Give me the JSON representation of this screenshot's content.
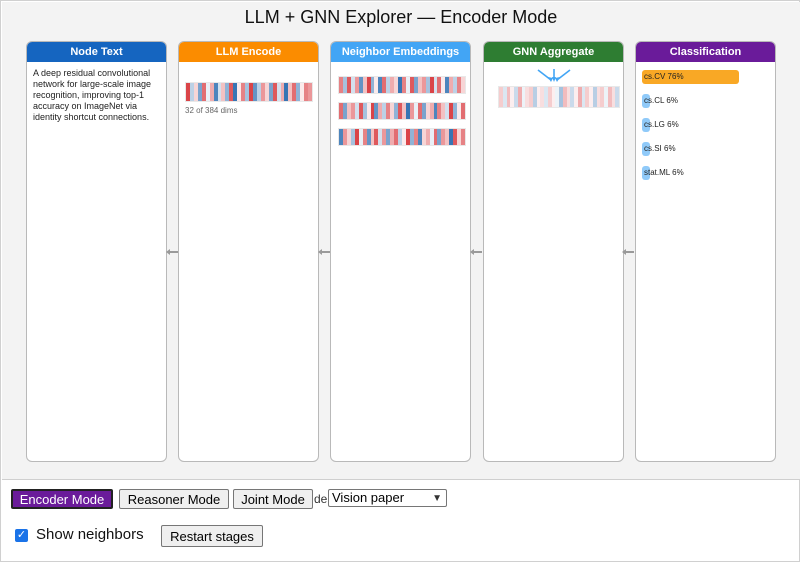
{
  "title": "LLM + GNN Explorer — Encoder Mode",
  "colors": {
    "node_text": "#1565c0",
    "llm_encode": "#fb8c00",
    "neighbor_embeddings": "#42a5f5",
    "gnn_aggregate": "#2e7d32",
    "classification": "#6a1b9a",
    "top_class_bar": "#f9a825",
    "other_class_bar": "#90caf9"
  },
  "panels": {
    "node_text": {
      "header": "Node Text",
      "body": "A deep residual convolutional network for large-scale image recognition, improving top-1 accuracy on ImageNet via identity shortcut connections."
    },
    "llm_encode": {
      "header": "LLM Encode",
      "dims_caption": "32 of 384 dims",
      "vector": [
        0.9,
        -0.3,
        0.2,
        -0.6,
        0.7,
        -0.1,
        0.4,
        -0.8,
        -0.2,
        0.3,
        -0.5,
        0.8,
        -0.9,
        0.1,
        0.6,
        -0.4,
        0.9,
        -0.7,
        -0.3,
        0.5,
        0.2,
        -0.6,
        0.8,
        -0.2,
        0.4,
        -0.9,
        0.3,
        0.7,
        -0.5,
        0.1,
        0.6,
        0.5
      ]
    },
    "neighbor_embeddings": {
      "header": "Neighbor Embeddings",
      "rows": [
        [
          0.6,
          -0.4,
          0.8,
          -0.2,
          0.5,
          -0.7,
          0.3,
          0.9,
          -0.5,
          0.1,
          -0.8,
          0.7,
          -0.3,
          0.4,
          0.2,
          -0.9,
          0.6,
          -0.1,
          0.8,
          -0.6,
          0.3,
          0.5,
          -0.4,
          0.9,
          -0.2,
          0.7,
          0.1,
          -0.8,
          0.4,
          -0.3,
          0.6,
          0.2
        ],
        [
          0.7,
          -0.6,
          0.3,
          0.5,
          -0.2,
          0.8,
          -0.4,
          0.1,
          0.9,
          -0.7,
          0.4,
          -0.3,
          0.6,
          0.2,
          -0.5,
          0.8,
          0.3,
          -0.9,
          0.5,
          -0.1,
          0.7,
          -0.6,
          0.2,
          0.4,
          -0.8,
          0.6,
          0.3,
          -0.2,
          0.9,
          -0.5,
          0.1,
          0.7
        ],
        [
          -0.8,
          0.5,
          0.2,
          -0.4,
          0.9,
          -0.1,
          0.6,
          -0.7,
          0.3,
          0.8,
          -0.2,
          0.5,
          -0.6,
          0.4,
          0.7,
          -0.3,
          0.1,
          0.9,
          -0.5,
          0.6,
          -0.8,
          0.2,
          0.4,
          -0.1,
          0.7,
          -0.6,
          0.5,
          0.3,
          -0.9,
          0.8,
          0.2,
          0.6
        ]
      ]
    },
    "gnn_aggregate": {
      "header": "GNN Aggregate",
      "vector": [
        0.3,
        -0.2,
        0.4,
        0.1,
        -0.3,
        0.5,
        -0.1,
        0.2,
        0.3,
        -0.4,
        0.1,
        0.2,
        -0.2,
        0.3,
        0.1,
        -0.1,
        -0.5,
        0.4,
        0.2,
        -0.3,
        0.1,
        0.5,
        -0.2,
        0.3,
        0.1,
        -0.4,
        0.2,
        0.3,
        -0.1,
        0.4,
        0.2,
        -0.3
      ]
    },
    "classification": {
      "header": "Classification",
      "classes": [
        {
          "label": "cs.CV 76%",
          "value": 0.76
        },
        {
          "label": "cs.CL 6%",
          "value": 0.06
        },
        {
          "label": "cs.LG 6%",
          "value": 0.06
        },
        {
          "label": "cs.SI 6%",
          "value": 0.06
        },
        {
          "label": "stat.ML 6%",
          "value": 0.06
        }
      ]
    }
  },
  "controls": {
    "encoder_mode": "Encoder Mode",
    "reasoner_mode": "Reasoner Mode",
    "joint_mode": "Joint Mode",
    "prefix_text": "de",
    "select_value": "Vision paper",
    "show_neighbors_label": "Show neighbors",
    "show_neighbors_checked": true,
    "restart_stages": "Restart stages"
  }
}
